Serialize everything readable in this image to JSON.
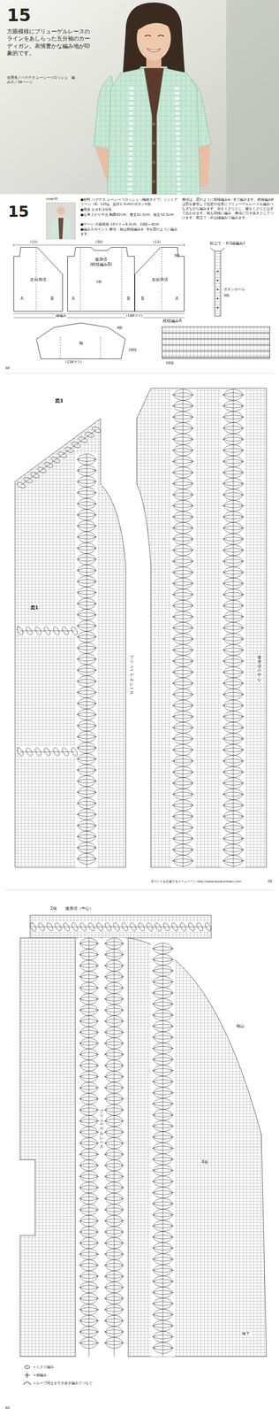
{
  "diagram": {
    "nodes": [
      {
        "text": [
          "左前身頃"
        ]
      },
      {
        "text": [
          "後身頃",
          "(模様編みB)"
        ]
      },
      {
        "text": [
          "右前身頃"
        ]
      },
      {
        "text": [
          "袖"
        ]
      },
      {
        "text": [
          "前立て・衿(縁編み)"
        ]
      },
      {
        "text": [
          "模様編みA"
        ]
      }
    ],
    "labels": [
      "15",
      "方眼模様にブリューゲルレースのラインをあしらった五分袖のカーディガン。表情豊かな編み地が印象的です。",
      "使用糸／ハマナカ レーシーコロッシュ　編み方／38ページ",
      "page30",
      "15",
      "●材料 ハマナカ レーシーコロッシュ（極細タイプ）ミントグリーン（6）125g、直径1.3cmのボタン5個",
      "●用具 かぎ針2/0号",
      "●出来上がり寸法 胸囲92cm、着丈51.5cm、袖丈32.5cm",
      "●ゲージ 方眼模様 10マス＝6.5cm、10段＝6cm",
      "●編み方ポイント 身頃・袖は模様編みA・Bを図のように編みます。",
      "身頃は、図のように模様編みA・Bで編みます。模様編みBは図を参照して指定の位置にブリューゲルレースを編みつなぎながら編みます。肩をくさりとじ、脇をくさりとはぎで合わせます。袖も同様に編み、身頃に引き抜きとじでつけます。前立て・衿は縁編みで編みます。",
      "(13)",
      "(30)",
      "(13)",
      "A",
      "B",
      "A",
      "B",
      "B",
      "A",
      "1個",
      "3個",
      "縁編み",
      "(188マス)",
      "4個",
      "(138マス)",
      "28段",
      "ボタンホール",
      "5個",
      "28目",
      "38",
      "図3",
      "図1",
      "ブリューゲルレース",
      "後身頃の中心",
      "手づくりを応援するホームページ http://www.tezukuritown.com",
      "39",
      "2個",
      "後身頃（中心）",
      "袖山",
      "4個",
      "袖下",
      "ブリューゲルレース",
      "40"
    ],
    "legend": [
      {
        "text": "＝くさり編み"
      },
      {
        "text": "＝細編み"
      },
      {
        "text": "＝ループ同士を引き抜き編みでつなぐ"
      }
    ]
  }
}
